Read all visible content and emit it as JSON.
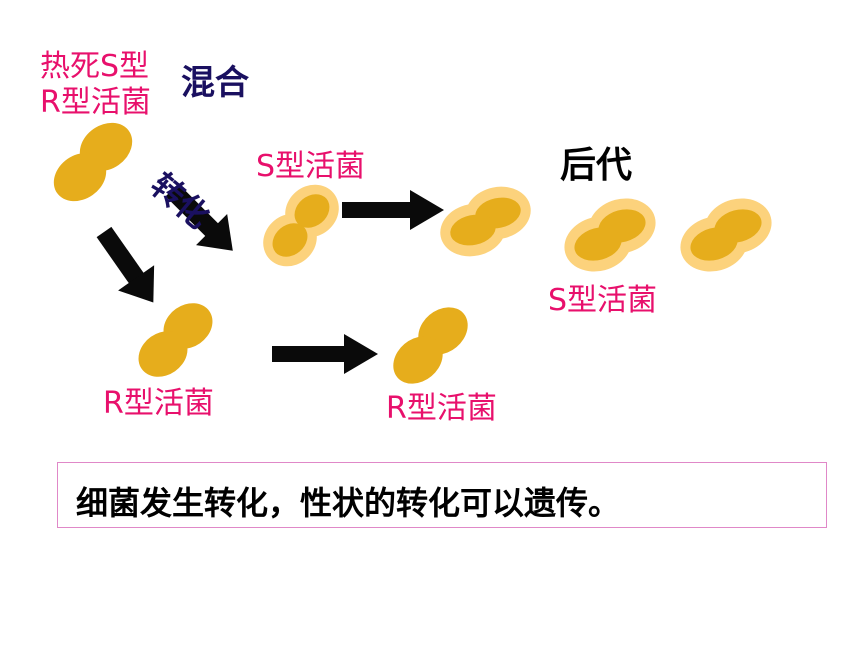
{
  "labels": {
    "heat_killed_s": "热死S型",
    "r_live_top": "R型活菌",
    "mix": "混合",
    "transform": "转化",
    "s_live_mid": "S型活菌",
    "offspring": "后代",
    "s_live_right": "S型活菌",
    "r_live_bottom_left": "R型活菌",
    "r_live_bottom_mid": "R型活菌"
  },
  "summary": "细菌发生转化，性状的转化可以遗传。",
  "colors": {
    "label_pink": "#e8106c",
    "mix_navy": "#1a1060",
    "bacteria_fill": "#e6ad1c",
    "capsule_fill": "#fcd27c",
    "arrow": "#0a0a0a",
    "box_border": "#e088c8"
  }
}
